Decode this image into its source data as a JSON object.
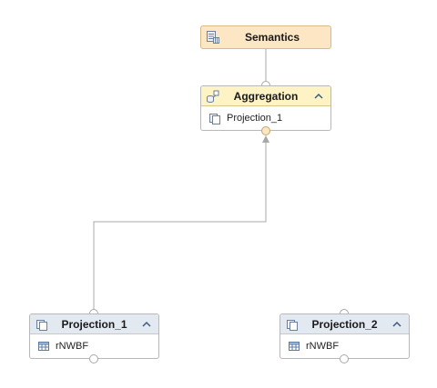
{
  "colors": {
    "semantics_fill": "#fde6c4",
    "aggregation_header": "#fdf3c4",
    "projection_header": "#e3e9f1",
    "connector": "#a8a8a8"
  },
  "semantics": {
    "title": "Semantics",
    "icon": "semantics-icon"
  },
  "aggregation": {
    "title": "Aggregation",
    "icon": "aggregation-icon",
    "inputs": [
      {
        "label": "Projection_1",
        "icon": "projection-icon"
      }
    ]
  },
  "projections": [
    {
      "title": "Projection_1",
      "icon": "projection-icon",
      "source": {
        "label": "rNWBF",
        "icon": "table-icon"
      }
    },
    {
      "title": "Projection_2",
      "icon": "projection-icon",
      "source": {
        "label": "rNWBF",
        "icon": "table-icon"
      }
    }
  ]
}
